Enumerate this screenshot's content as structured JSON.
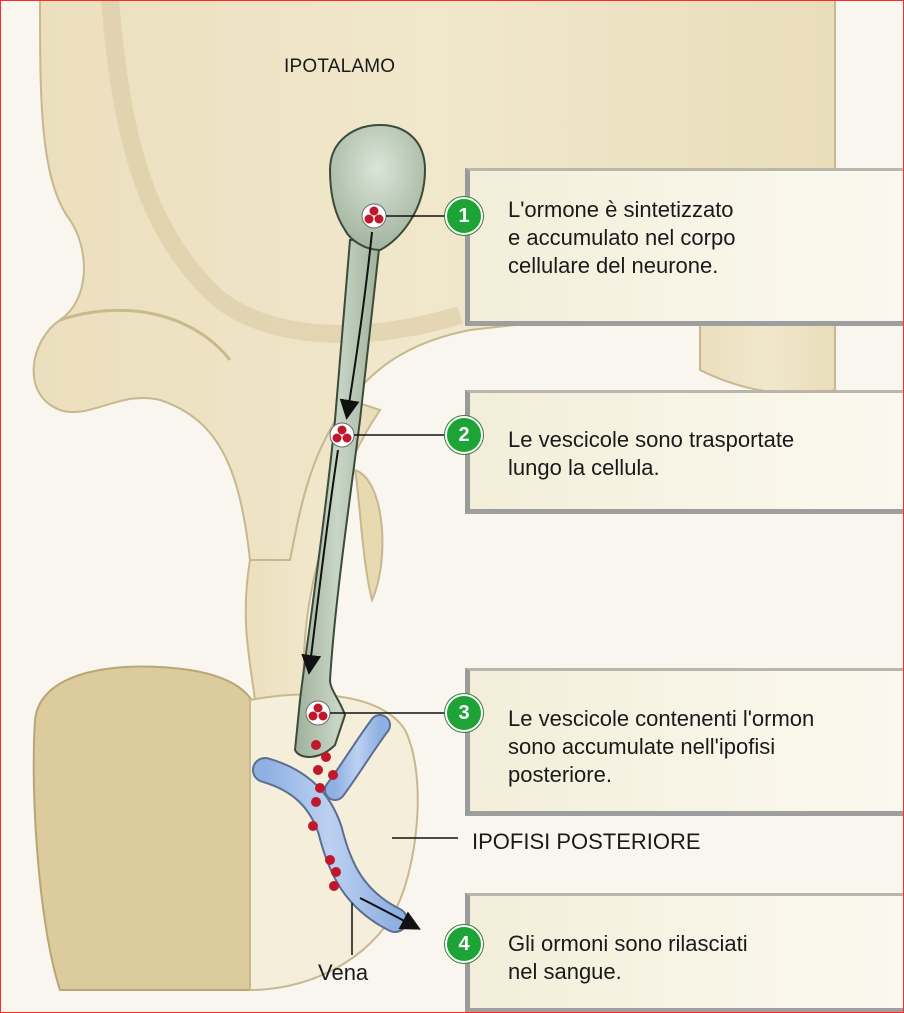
{
  "labels": {
    "hypothalamus": "IPOTALAMO",
    "posterior_pituitary": "IPOFISI POSTERIORE",
    "vein": "Vena"
  },
  "steps": [
    {
      "number": "1",
      "text": "L'ormone è sintetizzato\ne accumulato nel corpo\ncellulare del neurone."
    },
    {
      "number": "2",
      "text": "Le vescicole sono trasportate\nlungo la cellula."
    },
    {
      "number": "3",
      "text": "Le vescicole contenenti l'ormon\nsono accumulate nell'ipofisi\nposteriore."
    },
    {
      "number": "4",
      "text": "Gli ormoni sono rilasciati\nnel sangue."
    }
  ],
  "colors": {
    "tissue": "#f3ecd3",
    "tissue_shadow": "#e6d9b4",
    "neuron": "#b9c9b7",
    "vessel": "#a9c3ea",
    "vesicle": "#c0172c",
    "badge": "#1ea336"
  }
}
